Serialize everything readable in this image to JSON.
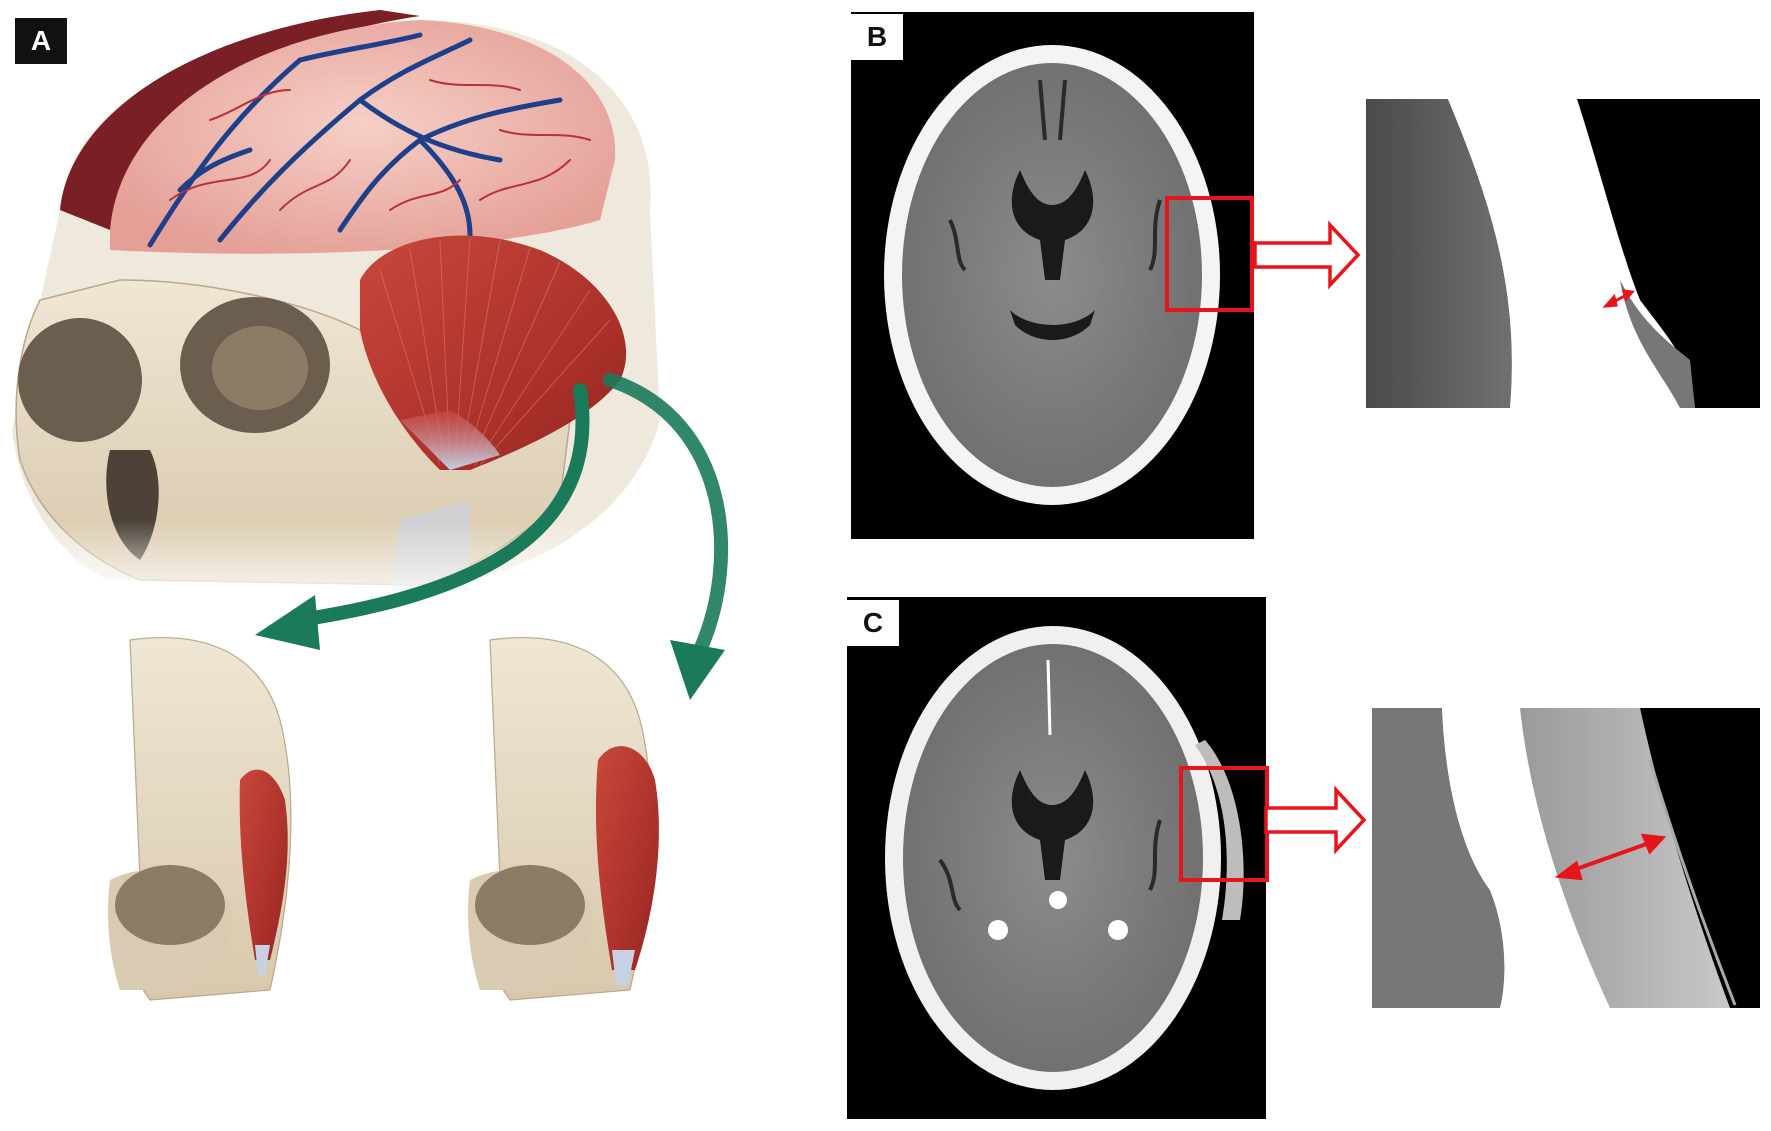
{
  "figure": {
    "panels": {
      "A": {
        "label": "A"
      },
      "B": {
        "label": "B"
      },
      "C": {
        "label": "C"
      }
    },
    "colors": {
      "muscle": "#b3372f",
      "tendon": "#b9c6dc",
      "bone": "#e8dcc7",
      "brain": "#efb6ad",
      "dura": "#7a1f25",
      "vein": "#1e3f8a",
      "artery": "#b8323a",
      "arrow_green": "#1a7a5a",
      "highlight_red": "#e8141b",
      "ct_background": "#000000"
    },
    "icons": [
      "curved-arrow-icon",
      "hollow-arrow-icon",
      "double-arrow-icon"
    ]
  }
}
